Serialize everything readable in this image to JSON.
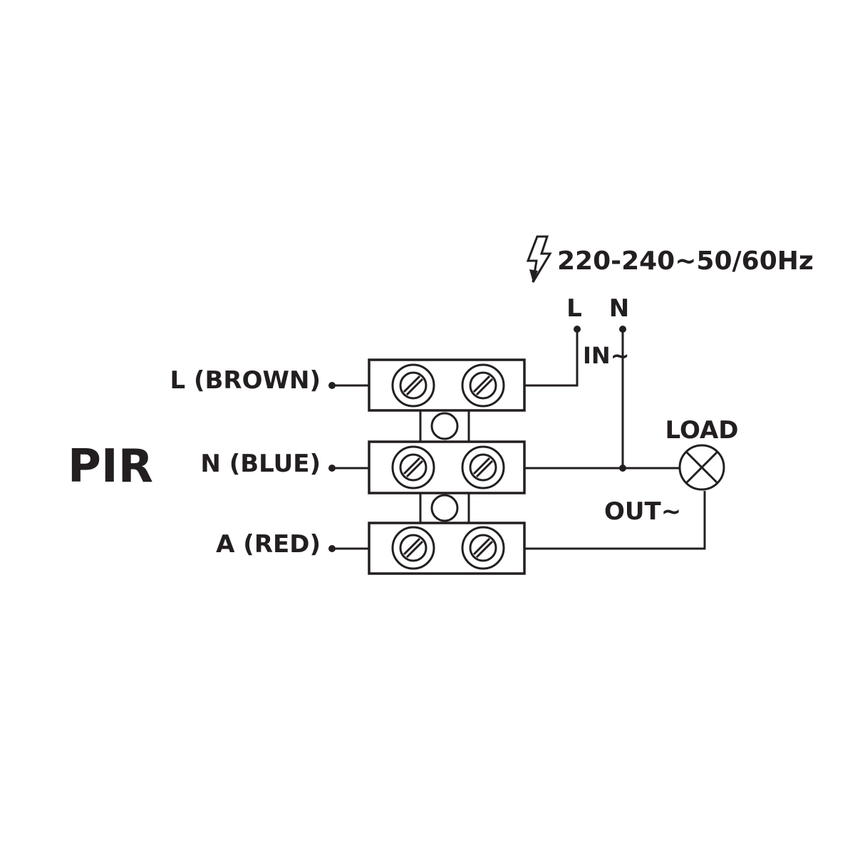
{
  "device_label": "PIR",
  "supply": {
    "voltage_label": "220-240~50/60Hz",
    "icon": "lightning-bolt-icon",
    "l_label": "L",
    "n_label": "N",
    "in_label": "IN~"
  },
  "terminals": [
    {
      "wire_label": "L (BROWN)"
    },
    {
      "wire_label": "N (BLUE)"
    },
    {
      "wire_label": "A (RED)"
    }
  ],
  "load": {
    "label": "LOAD",
    "icon": "lamp-icon",
    "out_label": "OUT~"
  },
  "colors": {
    "ink": "#231f20",
    "background": "#ffffff"
  }
}
